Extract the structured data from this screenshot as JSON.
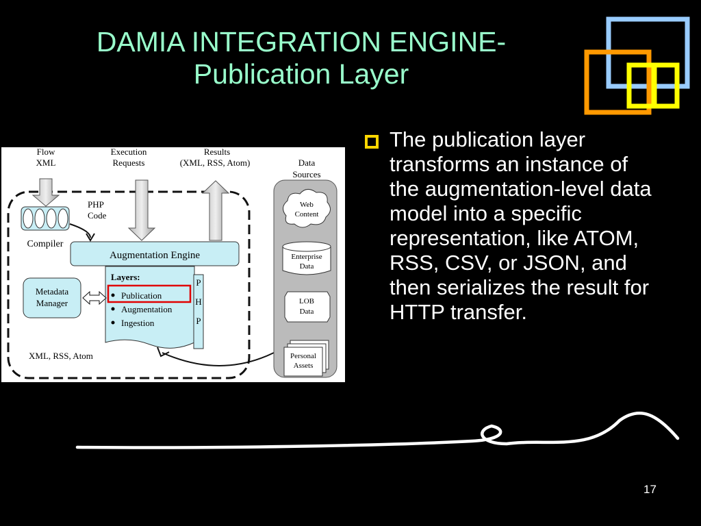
{
  "slide": {
    "title_line1": "DAMIA INTEGRATION ENGINE-",
    "title_line2": "Publication Layer",
    "bullet": "The publication layer transforms an instance of the augmentation-level data model into a specific representation, like ATOM, RSS, CSV, or JSON, and then serializes the result for HTTP transfer.",
    "page_number": "17"
  },
  "diagram": {
    "inputs": {
      "flow": [
        "Flow",
        "XML"
      ],
      "execution": [
        "Execution",
        "Requests"
      ],
      "results": [
        "Results",
        "(XML, RSS, Atom)"
      ]
    },
    "php_code": [
      "PHP",
      "Code"
    ],
    "compiler": "Compiler",
    "augmentation_engine": "Augmentation Engine",
    "metadata_manager": [
      "Metadata",
      "Manager"
    ],
    "layers_title": "Layers:",
    "layers": [
      "Publication",
      "Augmentation",
      "Ingestion"
    ],
    "php_letters": [
      "P",
      "H",
      "P"
    ],
    "output_formats": "XML, RSS, Atom",
    "data_sources_title": [
      "Data",
      "Sources"
    ],
    "data_sources": {
      "web": [
        "Web",
        "Content"
      ],
      "enterprise": [
        "Enterprise",
        "Data"
      ],
      "lob": [
        "LOB",
        "Data"
      ],
      "personal": [
        "Personal",
        "Assets"
      ]
    }
  },
  "colors": {
    "title": "#99ffcc",
    "accent_blue": "#99ccff",
    "accent_orange": "#ff9900",
    "accent_yellow": "#ffff00",
    "highlight_red": "#e00000",
    "engine_fill": "#c8eef5"
  }
}
